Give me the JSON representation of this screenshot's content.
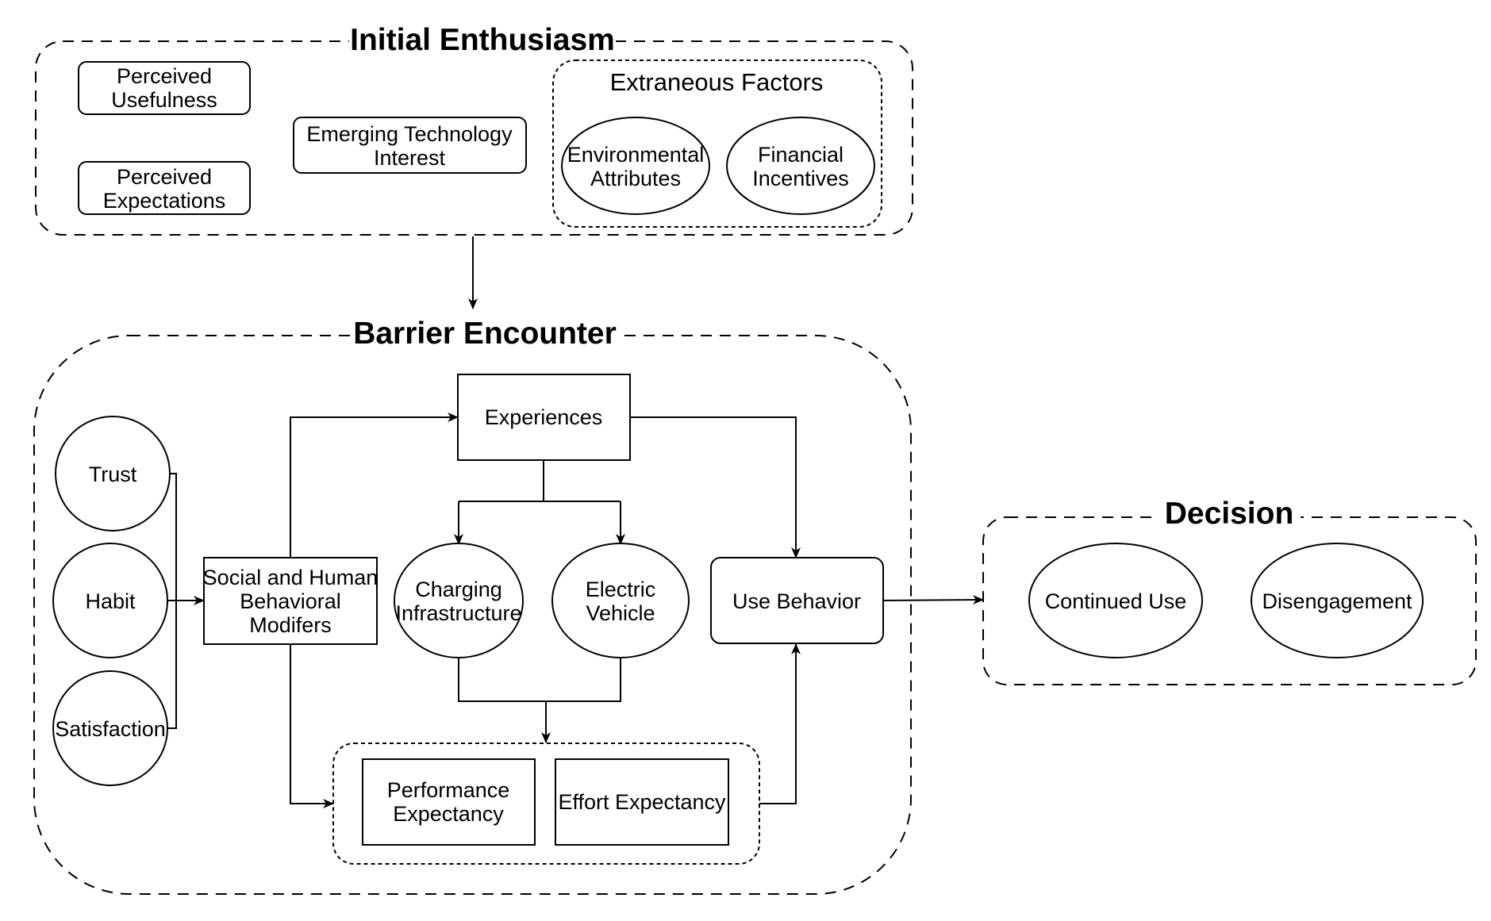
{
  "colors": {
    "stroke": "#000000",
    "background": "#ffffff",
    "text": "#000000"
  },
  "groups": {
    "initial_enthusiasm": {
      "title": "Initial Enthusiasm"
    },
    "barrier_encounter": {
      "title": "Barrier Encounter"
    },
    "decision": {
      "title": "Decision"
    },
    "extraneous_factors": {
      "title": "Extraneous Factors"
    }
  },
  "nodes": {
    "perceived_usefulness": {
      "lines": [
        "Perceived",
        "Usefulness"
      ]
    },
    "perceived_expectations": {
      "lines": [
        "Perceived",
        "Expectations"
      ]
    },
    "emerging_technology_interest": {
      "lines": [
        "Emerging Technology",
        "Interest"
      ]
    },
    "environmental_attributes": {
      "lines": [
        "Environmental",
        "Attributes"
      ]
    },
    "financial_incentives": {
      "lines": [
        "Financial",
        "Incentives"
      ]
    },
    "trust": {
      "lines": [
        "Trust"
      ]
    },
    "habit": {
      "lines": [
        "Habit"
      ]
    },
    "satisfaction": {
      "lines": [
        "Satisfaction"
      ]
    },
    "social_human_modifiers": {
      "lines": [
        "Social and Human",
        "Behavioral",
        "Modifers"
      ]
    },
    "experiences": {
      "lines": [
        "Experiences"
      ]
    },
    "charging_infrastructure": {
      "lines": [
        "Charging",
        "Infrastructure"
      ]
    },
    "electric_vehicle": {
      "lines": [
        "Electric",
        "Vehicle"
      ]
    },
    "use_behavior": {
      "lines": [
        "Use Behavior"
      ]
    },
    "performance_expectancy": {
      "lines": [
        "Performance",
        "Expectancy"
      ]
    },
    "effort_expectancy": {
      "lines": [
        "Effort Expectancy"
      ]
    },
    "continued_use": {
      "lines": [
        "Continued Use"
      ]
    },
    "disengagement": {
      "lines": [
        "Disengagement"
      ]
    }
  }
}
